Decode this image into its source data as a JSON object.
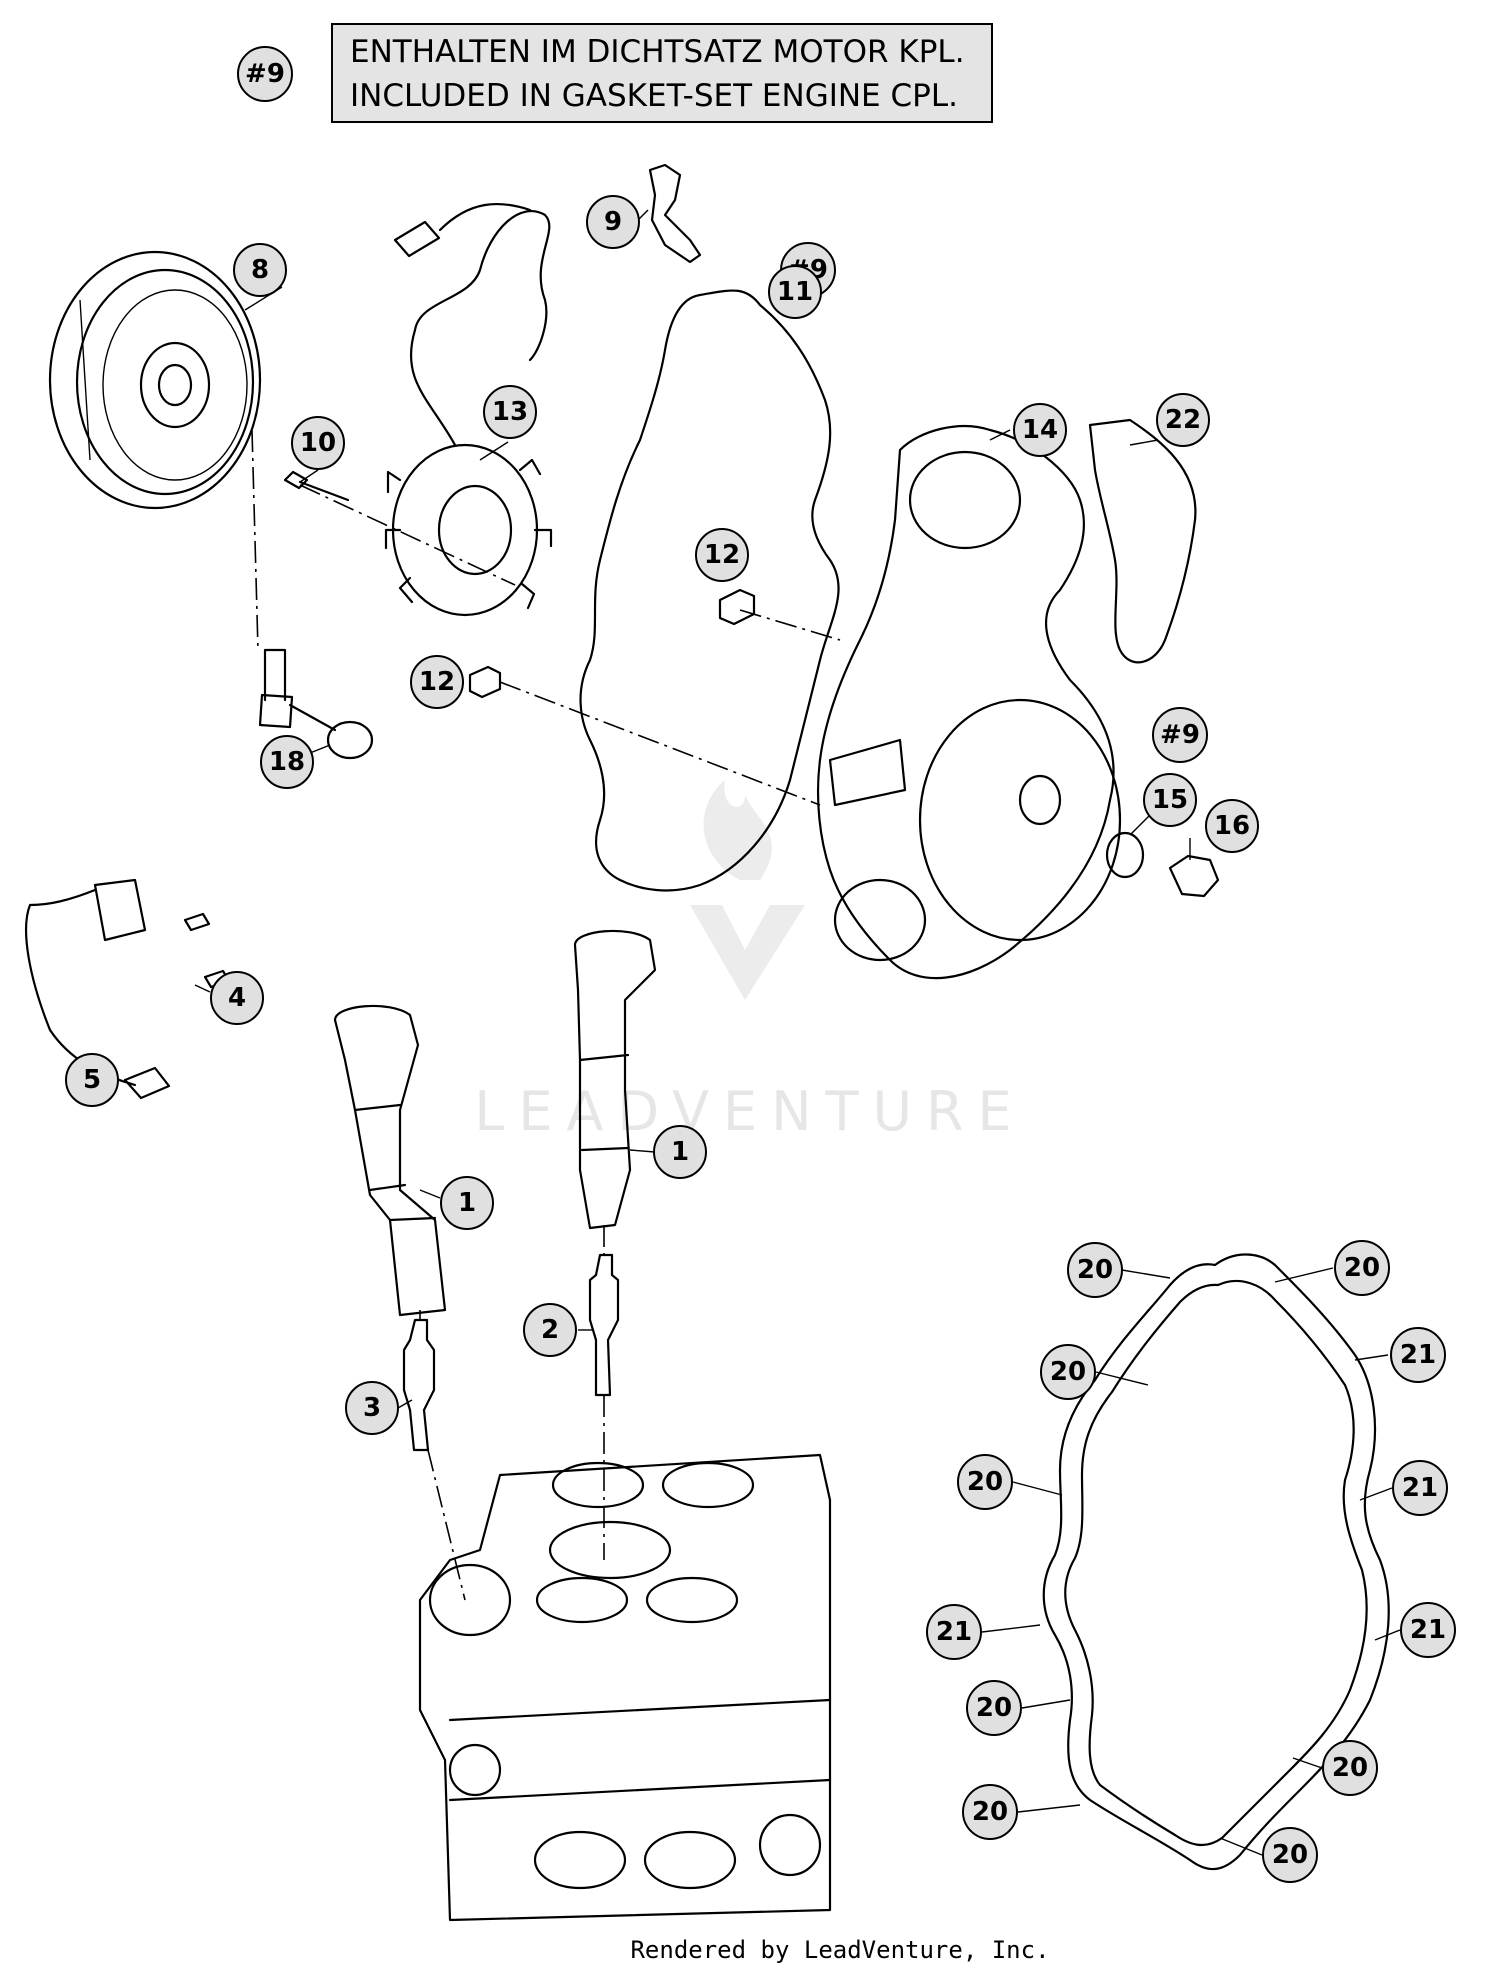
{
  "header": {
    "ref_label": "#9",
    "line1": "ENTHALTEN IM DICHTSATZ MOTOR KPL.",
    "line2": "INCLUDED IN GASKET-SET ENGINE CPL."
  },
  "watermark": "LEADVENTURE",
  "credit": "Rendered by LeadVenture, Inc.",
  "callouts": [
    {
      "label": "9"
    },
    {
      "label": "#9"
    },
    {
      "label": "11"
    },
    {
      "label": "8"
    },
    {
      "label": "13"
    },
    {
      "label": "10"
    },
    {
      "label": "14"
    },
    {
      "label": "22"
    },
    {
      "label": "12"
    },
    {
      "label": "12"
    },
    {
      "label": "18"
    },
    {
      "label": "#9"
    },
    {
      "label": "15"
    },
    {
      "label": "16"
    },
    {
      "label": "4"
    },
    {
      "label": "5"
    },
    {
      "label": "1"
    },
    {
      "label": "1"
    },
    {
      "label": "2"
    },
    {
      "label": "3"
    },
    {
      "label": "20"
    },
    {
      "label": "20"
    },
    {
      "label": "21"
    },
    {
      "label": "20"
    },
    {
      "label": "20"
    },
    {
      "label": "21"
    },
    {
      "label": "21"
    },
    {
      "label": "21"
    },
    {
      "label": "20"
    },
    {
      "label": "20"
    },
    {
      "label": "20"
    },
    {
      "label": "20"
    }
  ]
}
